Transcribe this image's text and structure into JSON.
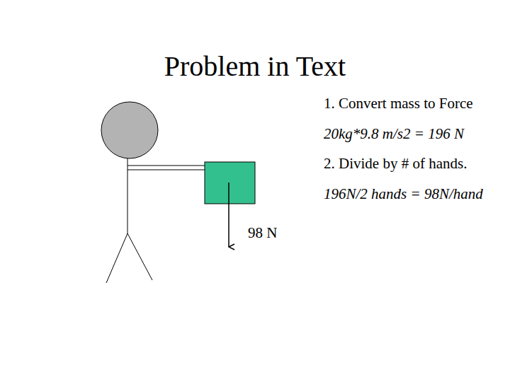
{
  "diagram": {
    "title": "Problem in Text",
    "labels": [
      "1. Convert mass to Force",
      "20kg*9.8 m/s2 = 196 N",
      "2. Divide by # of hands.",
      "196N/2 hands = 98N/hand",
      "98 N"
    ]
  }
}
